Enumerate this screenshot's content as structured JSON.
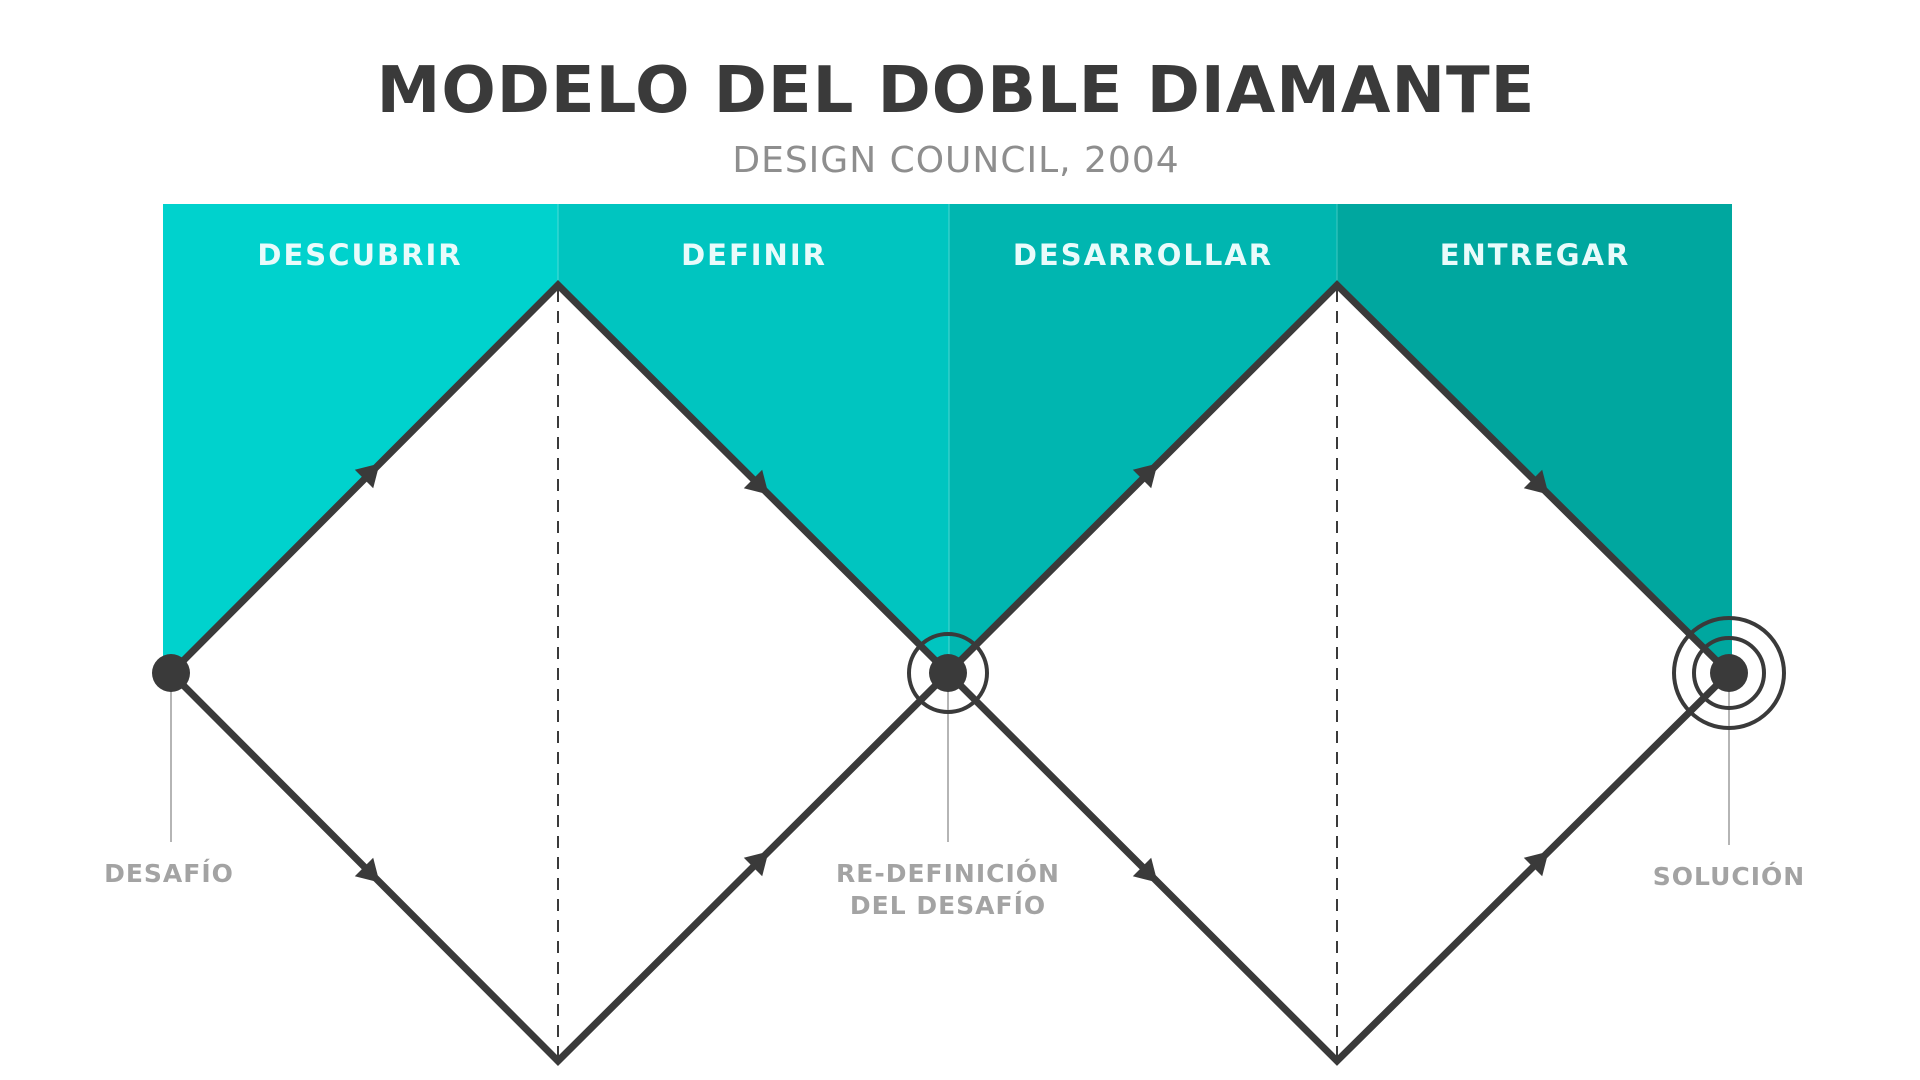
{
  "header": {
    "title": "MODELO DEL DOBLE DIAMANTE",
    "subtitle": "DESIGN COUNCIL, 2004"
  },
  "phases": [
    {
      "label": "DESCUBRIR",
      "color": "#00d2cd"
    },
    {
      "label": "DEFINIR",
      "color": "#00c5c0"
    },
    {
      "label": "DESARROLLAR",
      "color": "#00b6b0"
    },
    {
      "label": "ENTREGAR",
      "color": "#00a79f"
    }
  ],
  "milestones": [
    {
      "lines": [
        "DESAFÍO"
      ]
    },
    {
      "lines": [
        "RE-DEFINICIÓN",
        "DEL DESAFÍO"
      ]
    },
    {
      "lines": [
        "SOLUCIÓN"
      ]
    }
  ],
  "colors": {
    "line": "#3a3a3a",
    "label_gray": "#a3a3a3"
  }
}
